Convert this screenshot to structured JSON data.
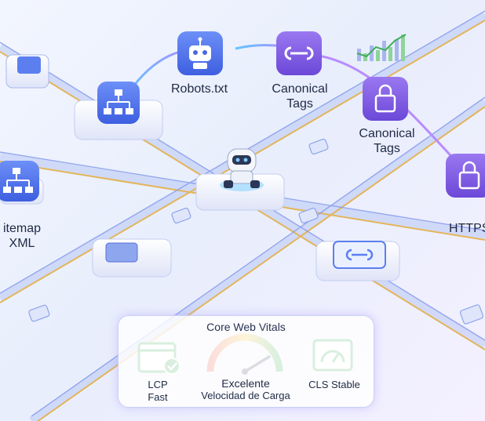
{
  "nodes": {
    "robots_label": "Robots.txt",
    "canonical_top_label": [
      "Canonical",
      "Tags"
    ],
    "canonical_right_label": [
      "Canonical",
      "Tags"
    ],
    "sitemap_label": [
      "itemap",
      "XML"
    ],
    "https_label": "HTTPS"
  },
  "vitals": {
    "title": "Core Web Vitals",
    "lcp": [
      "LCP",
      "Fast"
    ],
    "gauge_title": "Excelente",
    "gauge_sub": "Velocidad de Carga",
    "cls": "CLS Stable"
  },
  "colors": {
    "tile_blue": "#5a7df2",
    "tile_purple": "#8a63e8",
    "track_gold": "#e3b55a",
    "track_blue": "#9fb4f5",
    "lcp_green": "#2fa84f",
    "gauge_needle": "#3a4566"
  }
}
